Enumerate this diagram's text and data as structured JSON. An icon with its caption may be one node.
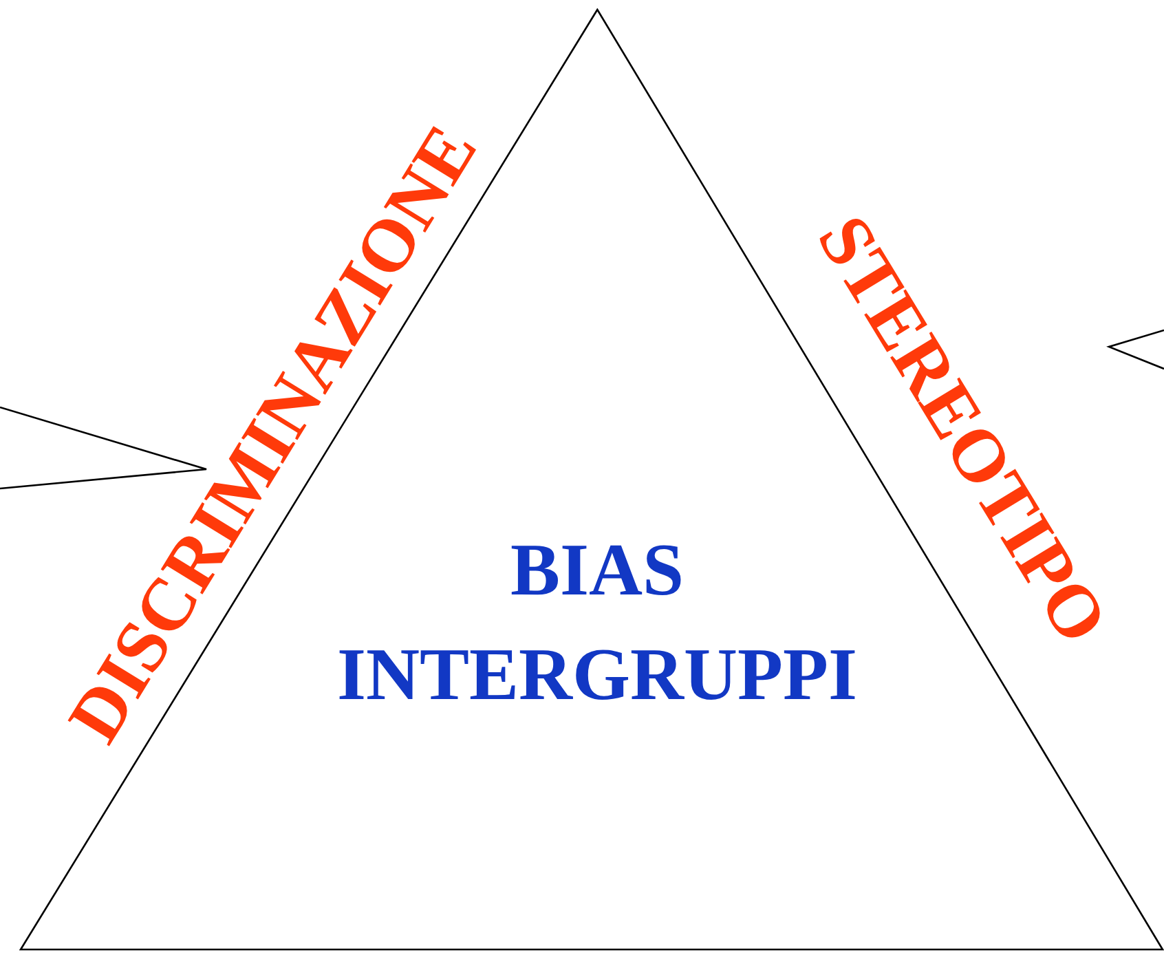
{
  "diagram": {
    "nodes": [
      {
        "text": [
          "BIAS INTERGRUPPI"
        ]
      }
    ],
    "labels": [
      "DISCRIMINAZIONE",
      "STEREOTIPO"
    ]
  }
}
